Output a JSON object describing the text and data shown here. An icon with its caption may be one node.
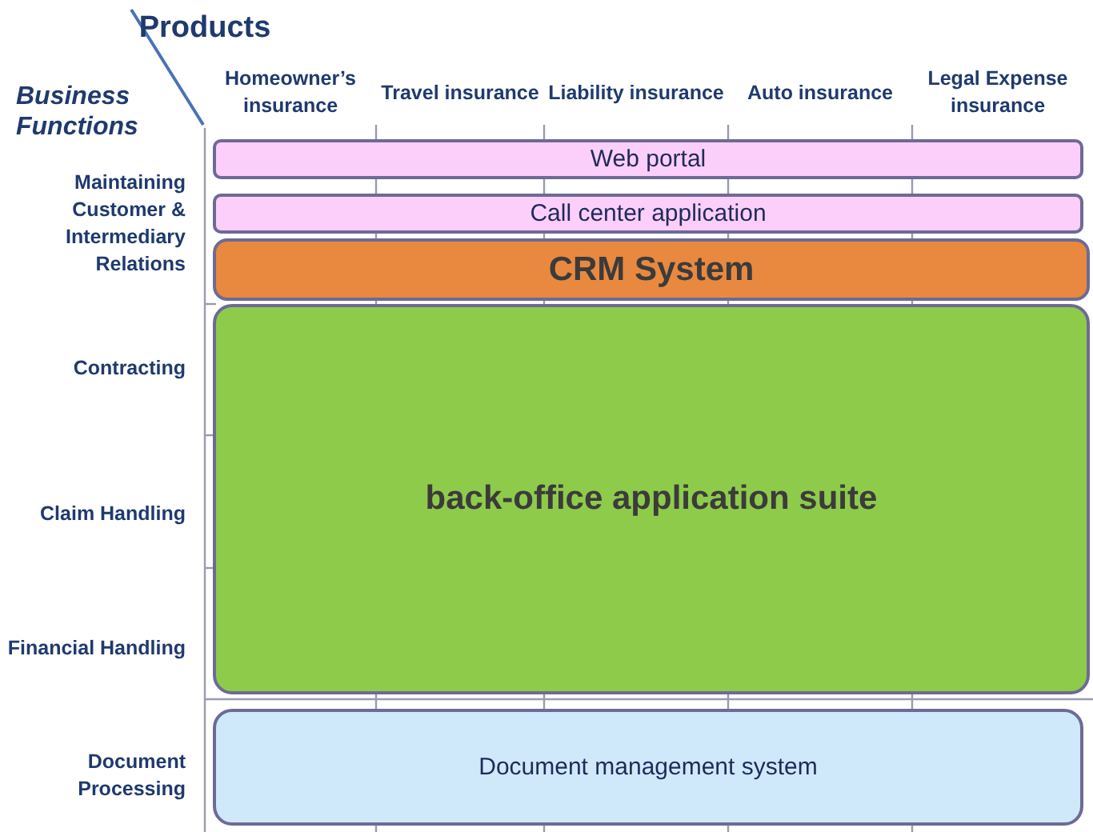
{
  "diagram": {
    "nodes": [
      {
        "text": [
          "Web portal"
        ]
      },
      {
        "text": [
          "Call center application"
        ]
      },
      {
        "text": [
          "CRM System"
        ]
      },
      {
        "text": [
          "back-office application suite"
        ]
      },
      {
        "text": [
          "Document management system"
        ]
      }
    ],
    "labels": [
      "Products",
      "Business Functions",
      "Homeowner’s insurance",
      "Travel insurance",
      "Liability insurance",
      "Auto insurance",
      "Legal Expense insurance",
      "Maintaining Customer & Intermediary Relations",
      "Contracting",
      "Claim Handling",
      "Financial Handling",
      "Document Processing"
    ]
  }
}
